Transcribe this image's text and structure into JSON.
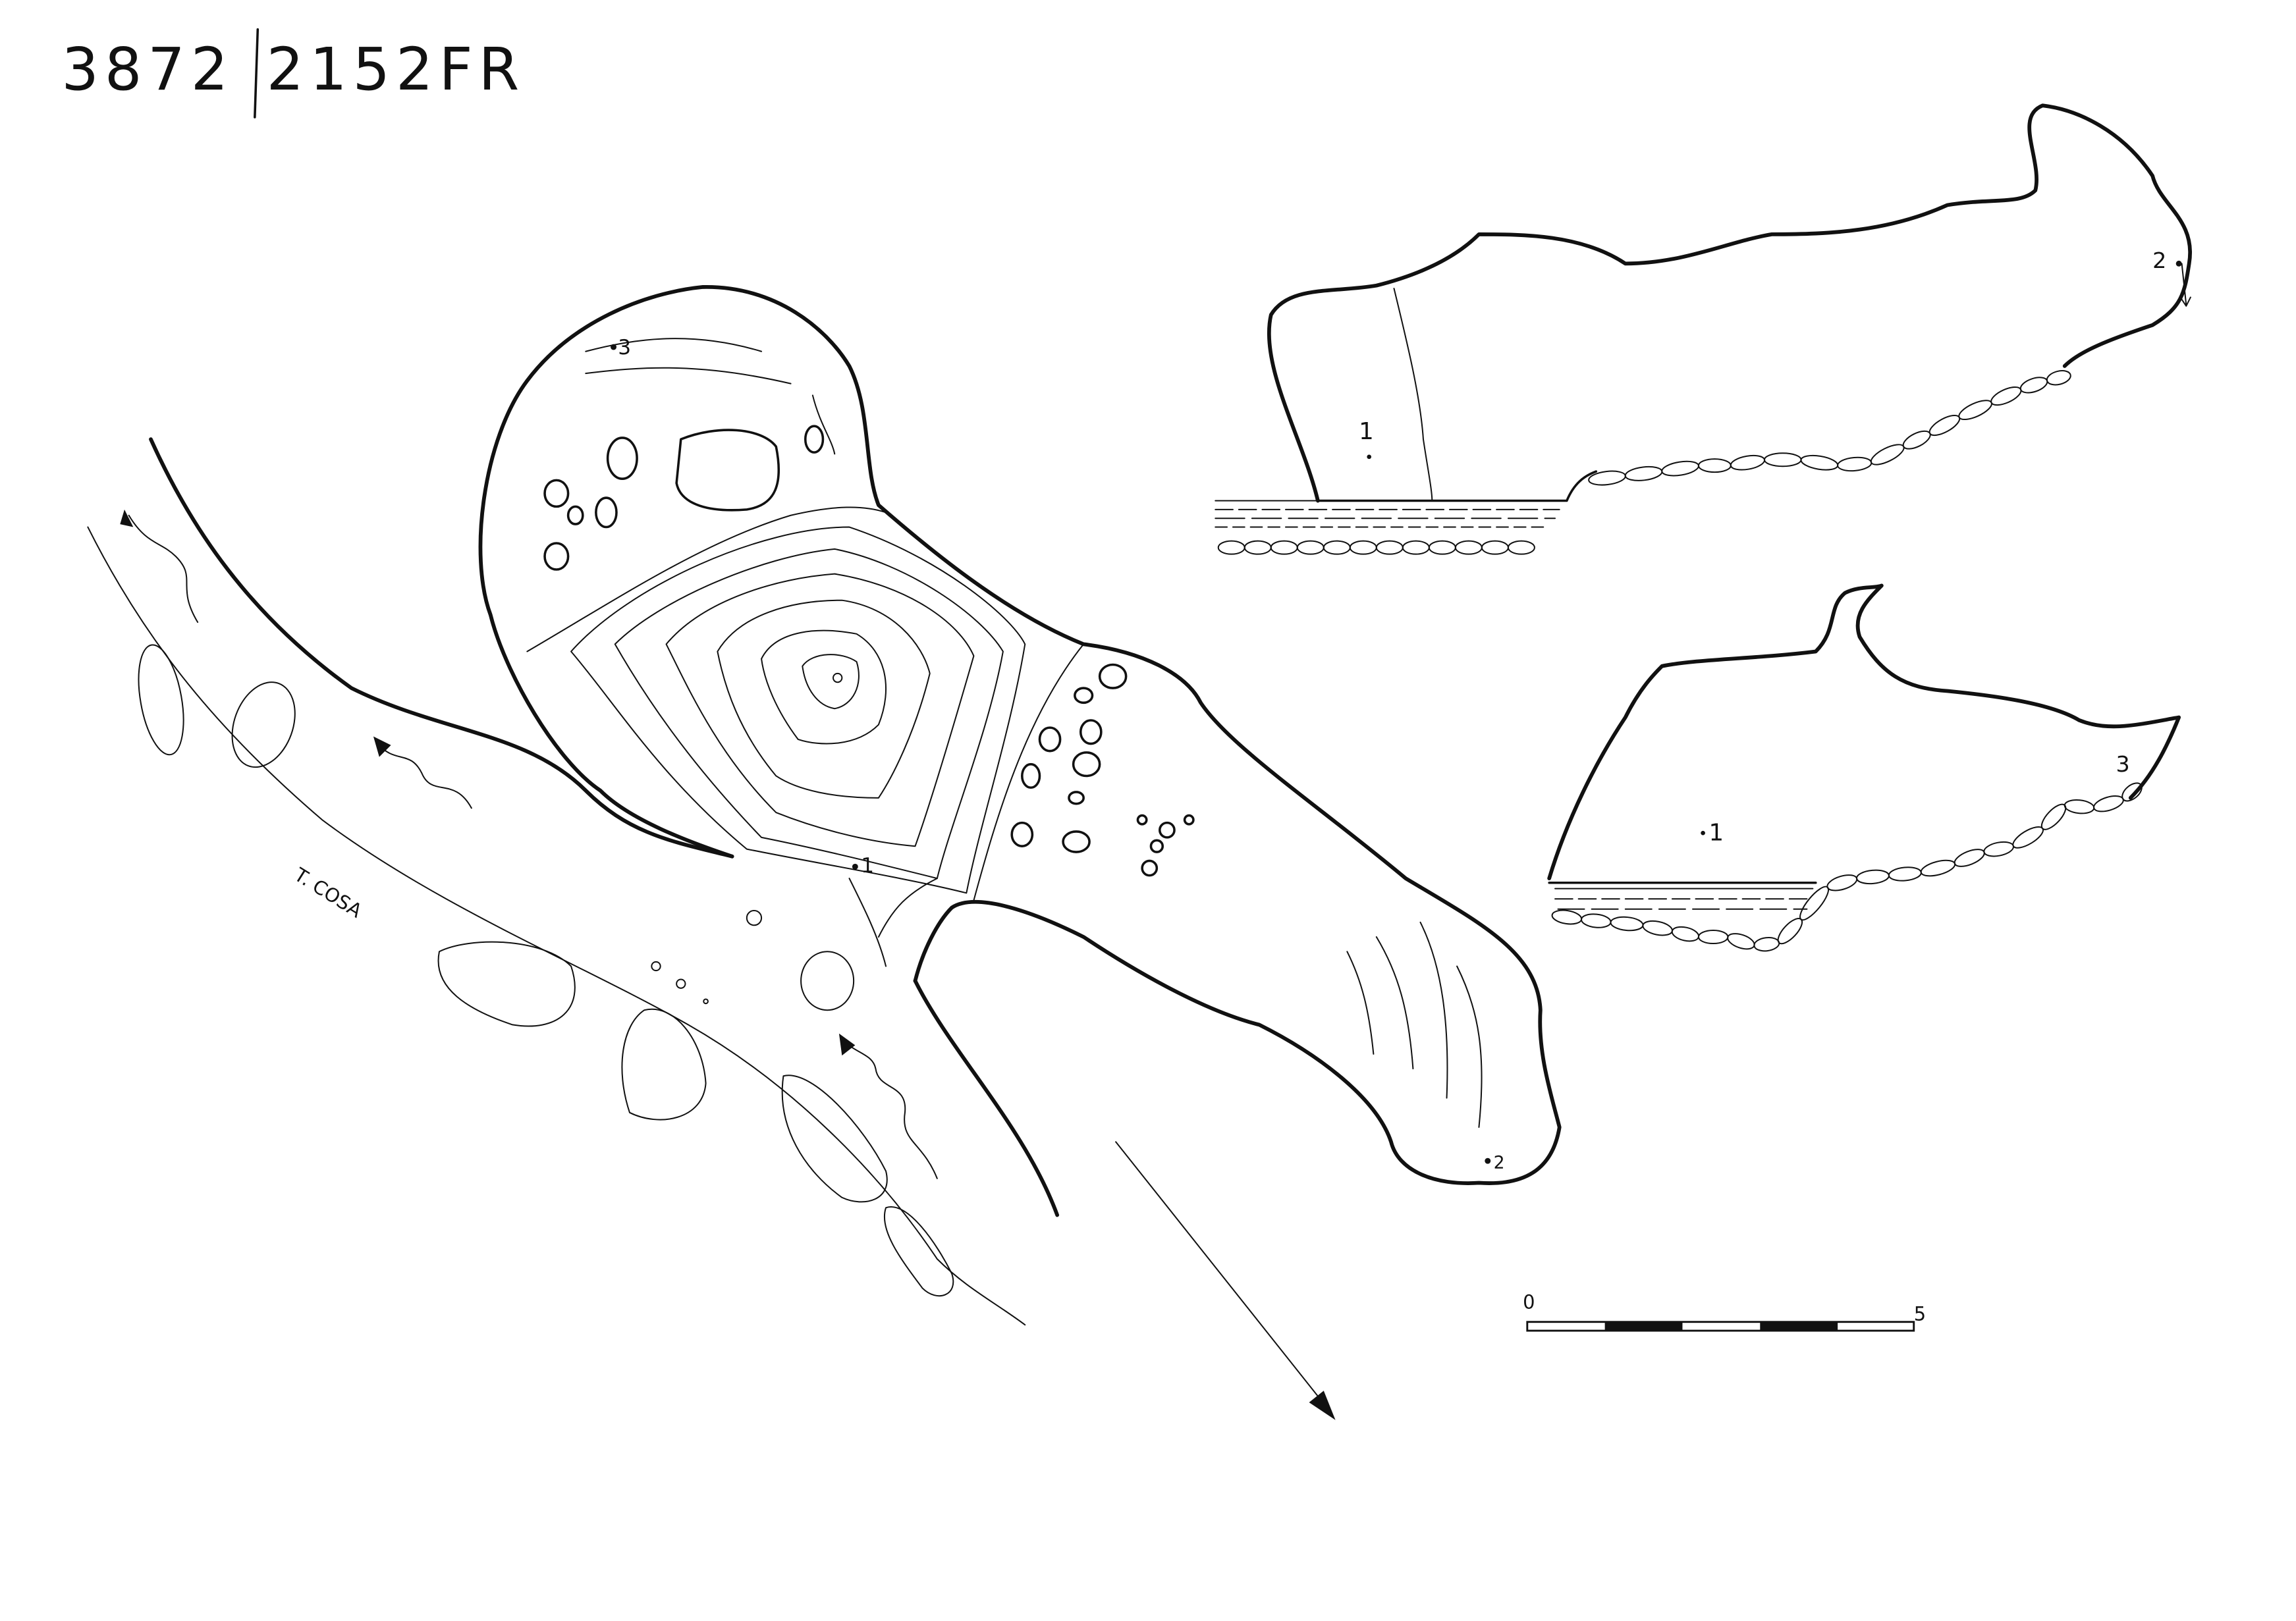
{
  "catalog_code": {
    "left": "3872",
    "right": "2152FR"
  },
  "plan": {
    "river_label": "T. COSA",
    "stations": [
      "1",
      "2",
      "3"
    ]
  },
  "section_upper": {
    "labels": [
      "1",
      "2"
    ]
  },
  "section_lower": {
    "labels": [
      "1",
      "3"
    ]
  },
  "scale_bar": {
    "start_label": "0",
    "end_label": "5",
    "segments": 5
  }
}
